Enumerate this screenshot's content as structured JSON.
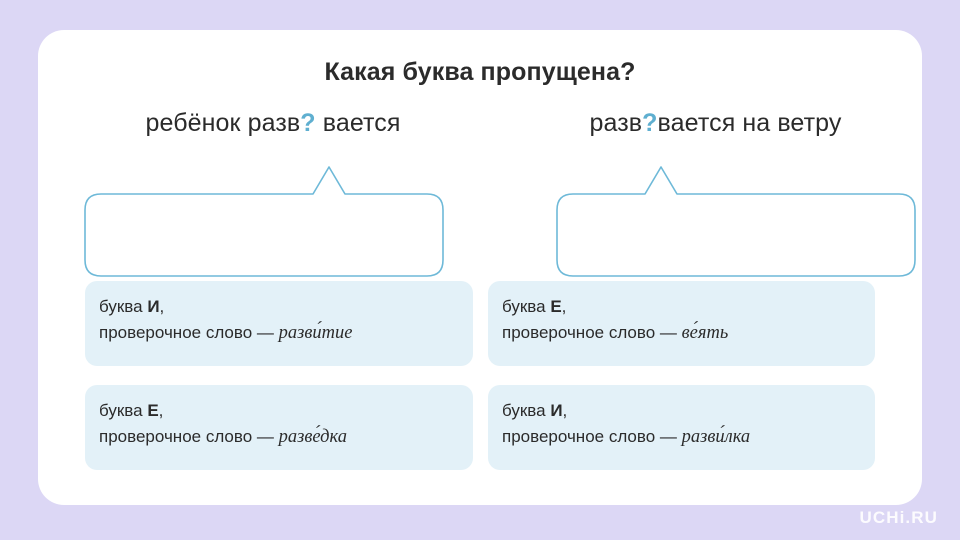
{
  "page": {
    "background_color": "#dcd7f5",
    "card_color": "#ffffff",
    "accent_color": "#5fafd0",
    "tile_color": "#e3f1f8",
    "bubble_border_color": "#6eb9d8"
  },
  "title": "Какая буква пропущена?",
  "questions": [
    {
      "prefix": "ребёнок разв",
      "marker": "?",
      "suffix": " вается"
    },
    {
      "prefix": "разв",
      "marker": "?",
      "suffix": "вается на ветру"
    }
  ],
  "dropzones": [
    {
      "label": "",
      "placeholder": ""
    },
    {
      "label": "",
      "placeholder": ""
    }
  ],
  "answers": [
    {
      "line1_prefix": "буква ",
      "letter": "И",
      "line1_suffix": ",",
      "line2_prefix": "проверочное слово — ",
      "word": "разви́тие"
    },
    {
      "line1_prefix": "буква ",
      "letter": "Е",
      "line1_suffix": ",",
      "line2_prefix": "проверочное слово — ",
      "word": "ве́ять"
    },
    {
      "line1_prefix": "буква ",
      "letter": "Е",
      "line1_suffix": ",",
      "line2_prefix": "проверочное слово — ",
      "word": "разве́дка"
    },
    {
      "line1_prefix": "буква ",
      "letter": "И",
      "line1_suffix": ",",
      "line2_prefix": "проверочное слово — ",
      "word": "разви́лка"
    }
  ],
  "logo": "UCHi.RU"
}
